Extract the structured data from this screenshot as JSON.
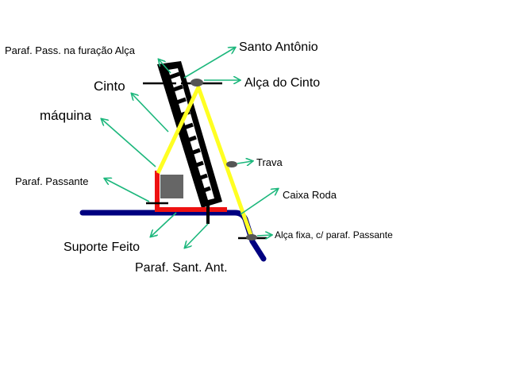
{
  "colors": {
    "background": "#ffffff",
    "arrow": "#1cb77c",
    "frame": "#000000",
    "belt": "#ffff22",
    "support": "#ee1111",
    "rail": "#000080",
    "machine": "#666666",
    "bolt": "#555555"
  },
  "labels": {
    "paraf_pass_furacao": "Paraf. Pass. na furação Alça",
    "santo_antonio": "Santo Antônio",
    "cinto": "Cinto",
    "alca_cinto": "Alça do Cinto",
    "maquina": "máquina",
    "trava": "Trava",
    "paraf_passante": "Paraf. Passante",
    "caixa_roda": "Caixa Roda",
    "alca_fixa": "Alça fixa, c/ paraf. Passante",
    "suporte_feito": "Suporte Feito",
    "paraf_sant_ant": "Paraf. Sant. Ant."
  }
}
